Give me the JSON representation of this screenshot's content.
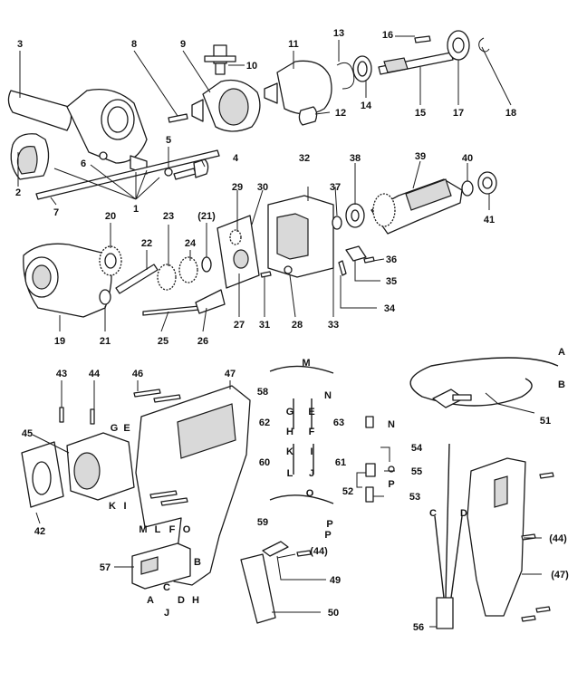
{
  "callouts": {
    "c1": "1",
    "c2": "2",
    "c3": "3",
    "c4": "4",
    "c5": "5",
    "c6": "6",
    "c7": "7",
    "c8": "8",
    "c9": "9",
    "c10": "10",
    "c11": "11",
    "c12": "12",
    "c13": "13",
    "c14": "14",
    "c15": "15",
    "c16": "16",
    "c17": "17",
    "c18": "18",
    "c19": "19",
    "c20": "20",
    "c21": "21",
    "c21p": "(21)",
    "c22": "22",
    "c23": "23",
    "c24": "24",
    "c25": "25",
    "c26": "26",
    "c27": "27",
    "c28": "28",
    "c29": "29",
    "c30": "30",
    "c31": "31",
    "c32": "32",
    "c33": "33",
    "c34": "34",
    "c35": "35",
    "c36": "36",
    "c37": "37",
    "c38": "38",
    "c39": "39",
    "c40": "40",
    "c41": "41",
    "c42": "42",
    "c43": "43",
    "c44": "44",
    "c44p_a": "(44)",
    "c44p_b": "(44)",
    "c45": "45",
    "c46": "46",
    "c47": "47",
    "c47p": "(47)",
    "c49": "49",
    "c50": "50",
    "c51": "51",
    "c52": "52",
    "c53": "53",
    "c54": "54",
    "c55": "55",
    "c56": "56",
    "c57": "57",
    "c58": "58",
    "c59": "59",
    "c60": "60",
    "c61": "61",
    "c62": "62",
    "c63": "63"
  },
  "wire_letters": {
    "A1": "A",
    "B1": "B",
    "A2": "A",
    "B2": "B",
    "C1": "C",
    "C2": "C",
    "D1": "D",
    "D2": "D",
    "E1": "E",
    "E2": "E",
    "F1": "F",
    "F2": "F",
    "G1": "G",
    "G2": "G",
    "H1": "H",
    "H2": "H",
    "I1": "I",
    "I2": "I",
    "J1": "J",
    "J2": "J",
    "K1": "K",
    "K2": "K",
    "L1": "L",
    "L2": "L",
    "M1": "M",
    "M2": "M",
    "N1": "N",
    "N2": "N",
    "O1": "O",
    "O2": "O",
    "P1": "P",
    "P2": "P",
    "P3": "P"
  }
}
